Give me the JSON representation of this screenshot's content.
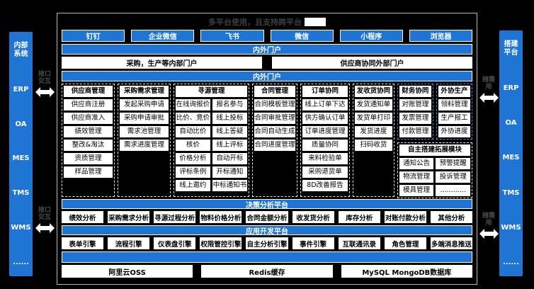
{
  "title": {
    "text": "多平台使用，且支持跨平台"
  },
  "channels": [
    "钉钉",
    "企业微信",
    "飞书",
    "微信",
    "小程序",
    "浏览器"
  ],
  "portal_bar_top": "内外门户",
  "portals": [
    "采购，生产等内部门户",
    "供应商协同外部门户"
  ],
  "portal_bar_bottom": "内外门户",
  "left_sidebar": {
    "title_lines": [
      "内部",
      "系统"
    ],
    "items": [
      "ERP",
      "OA",
      "MES",
      "TMS",
      "WMS",
      "......"
    ]
  },
  "right_sidebar": {
    "title_lines": [
      "搭建",
      "平台"
    ],
    "items": [
      "ERP",
      "OA",
      "MES",
      "TMS",
      "WMS",
      "......"
    ]
  },
  "left_connector": {
    "label_lines": [
      "接口",
      "交互"
    ]
  },
  "right_connector": {
    "label_lines": [
      "随需",
      "用"
    ]
  },
  "groups": {
    "supplier": {
      "title": "供应商管理",
      "items": [
        "供应商注册",
        "供应商准入",
        "绩效管理",
        "整改&淘汰",
        "资质管理",
        "样品管理"
      ]
    },
    "demand": {
      "title": "采购需求管理",
      "items": [
        "发起采购申请",
        "采购申请审批",
        "需求池管理",
        "需求进度管理"
      ]
    },
    "sourcing": {
      "title": "寻源管理",
      "col1": [
        "在线询报价",
        "比价、竞价",
        "自动比价",
        "核价",
        "价格分析",
        "评标条例",
        "线上邀约"
      ],
      "col2": [
        "报名参与",
        "线上投标",
        "线上答疑",
        "线上评标",
        "自动开标",
        "开标通知",
        "中标通知书"
      ]
    },
    "contract": {
      "title": "合同管理",
      "items": [
        "合同模板管理",
        "合同审批管理",
        "合同自动生成",
        "合同进度管理"
      ]
    },
    "order": {
      "title": "订单协同",
      "items": [
        "线上订单下达",
        "供方确认订单",
        "订单进度管理",
        "质量协同",
        "来料检验单",
        "采购退货单",
        "8D改善报告"
      ]
    },
    "shipping": {
      "title": "发收货协同",
      "items": [
        "发货通知单",
        "发货单打印",
        "发货进度",
        "扫码收货"
      ]
    },
    "finance": {
      "title": "财务协同",
      "items": [
        "对账管理",
        "发票管理",
        "付款管理"
      ]
    },
    "outsourcing": {
      "title": "外协生产",
      "items": [
        "领料管理",
        "生产报工",
        "外协进度"
      ]
    },
    "extension": {
      "title": "自主搭建拓展模块",
      "items": [
        "通知公告",
        "预警提醒",
        "物流管理",
        "投诉管理",
        "模具管理",
        "............"
      ]
    }
  },
  "decision_platform": {
    "title": "决策分析平台",
    "items": [
      "绩效分析",
      "采购需求分析",
      "寻源过程分析",
      "物料价格分析",
      "合同金额分析",
      "收发货分析",
      "库存分析",
      "对账付款分析",
      "其他分析"
    ]
  },
  "dev_platform": {
    "title": "应用开发平台",
    "items": [
      "表单引擎",
      "流程引擎",
      "仪表盘引擎",
      "权限管控引擎",
      "自主分析引擎",
      "事件引擎",
      "互联通讯录",
      "角色管理",
      "多端消息推送"
    ]
  },
  "infrastructure": [
    "阿里云OSS",
    "Redis缓存",
    "MySQL MongoDB数据库"
  ],
  "colors": {
    "accent_blue": "#1F74D4",
    "panel_border": "#B9B9B9",
    "cell_bg": "#FFFFFF",
    "bg": "#000000"
  }
}
